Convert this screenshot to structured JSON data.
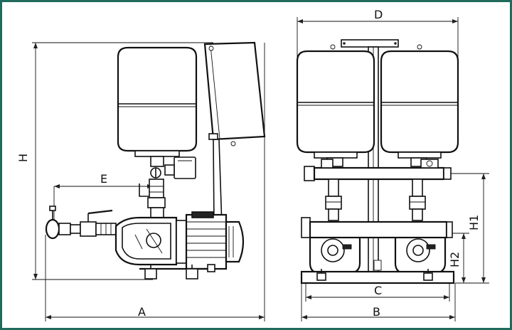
{
  "dimension_labels": {
    "A": "A",
    "B": "B",
    "C": "C",
    "D": "D",
    "E": "E",
    "H": "H",
    "H1": "H1",
    "H2": "H2"
  },
  "colors": {
    "frame_border": "#1f6b5c",
    "line": "#111111",
    "background": "#ffffff"
  }
}
